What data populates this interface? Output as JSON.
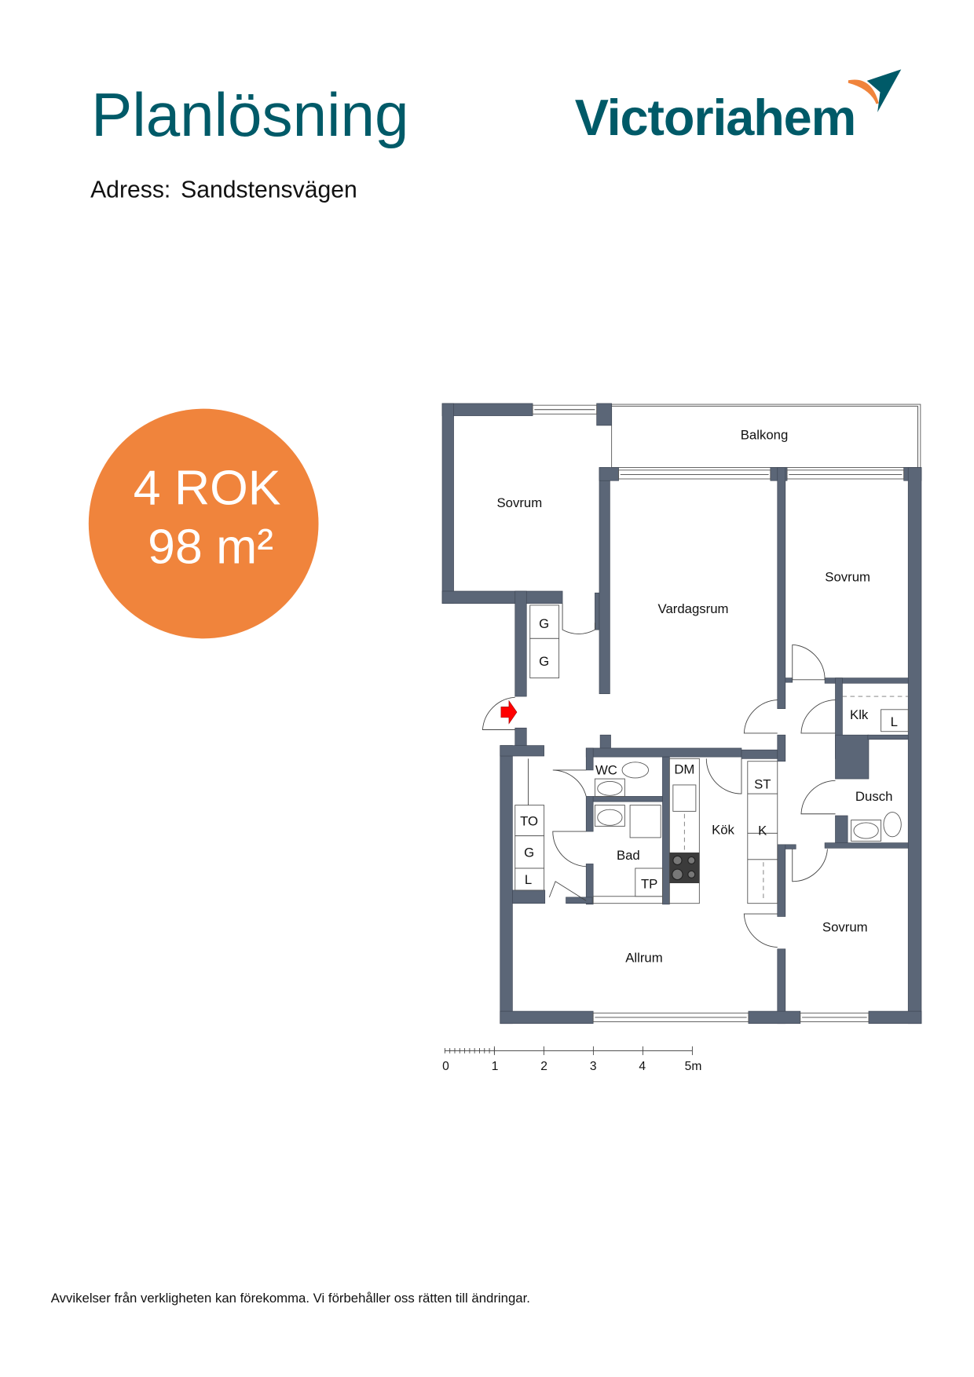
{
  "header": {
    "title": "Planlösning",
    "address_label": "Adress:",
    "address_value": "Sandstensvägen",
    "logo_text": "Victoriahem"
  },
  "badge": {
    "rooms": "4 ROK",
    "area": "98 m²",
    "color": "#f0843c"
  },
  "colors": {
    "brand_teal": "#005a68",
    "wall": "#5b6677",
    "entrance_arrow": "#ff0000"
  },
  "floorplan": {
    "rooms": {
      "balkong": "Balkong",
      "sovrum_1": "Sovrum",
      "vardagsrum": "Vardagsrum",
      "sovrum_2": "Sovrum",
      "klk": "Klk",
      "dusch": "Dusch",
      "kok": "Kök",
      "bad": "Bad",
      "wc": "WC",
      "sovrum_3": "Sovrum",
      "allrum": "Allrum"
    },
    "fixtures": {
      "g1": "G",
      "g2": "G",
      "to": "TO",
      "g3": "G",
      "l1": "L",
      "dm": "DM",
      "tp": "TP",
      "st": "ST",
      "k": "K",
      "l2": "L"
    },
    "entrance_icon": "entrance-arrow-icon"
  },
  "scale_bar": {
    "ticks": [
      "0",
      "1",
      "2",
      "3",
      "4",
      "5m"
    ]
  },
  "footer": {
    "disclaimer": "Avvikelser från verkligheten kan förekomma. Vi förbehåller oss rätten till ändringar."
  }
}
